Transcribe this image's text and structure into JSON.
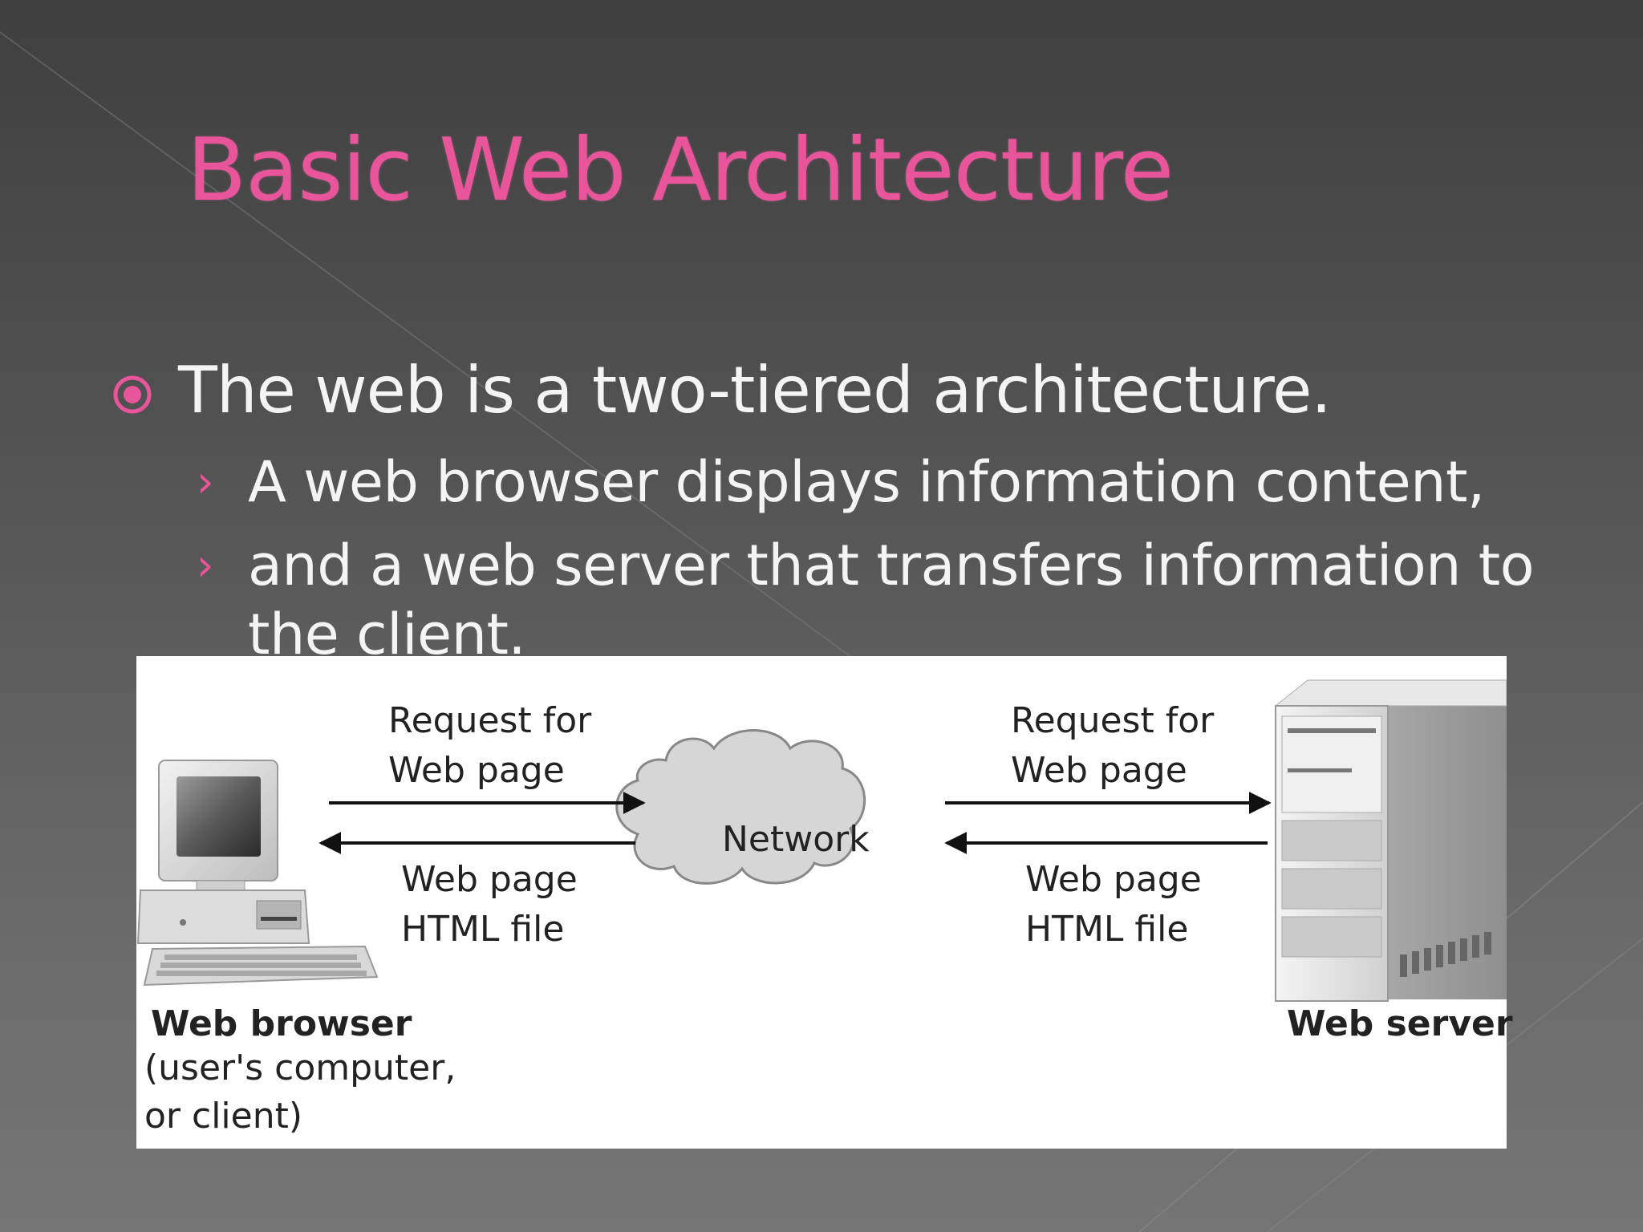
{
  "slide": {
    "title": "Basic Web Architecture",
    "bullet": "The web is a two-tiered architecture.",
    "sub_bullets": [
      "A web browser displays information content,",
      "and a web server that transfers information to the client."
    ],
    "colors": {
      "accent": "#e8559a",
      "text": "#f4f4f4",
      "background": "#555555"
    }
  },
  "diagram": {
    "left_request": [
      "Request for",
      "Web page"
    ],
    "left_response": [
      "Web page",
      "HTML file"
    ],
    "network": "Network",
    "right_request": [
      "Request for",
      "Web page"
    ],
    "right_response": [
      "Web page",
      "HTML file"
    ],
    "browser_title": "Web browser",
    "browser_caption": [
      "(user's computer,",
      "or client)"
    ],
    "server_title": "Web server"
  }
}
